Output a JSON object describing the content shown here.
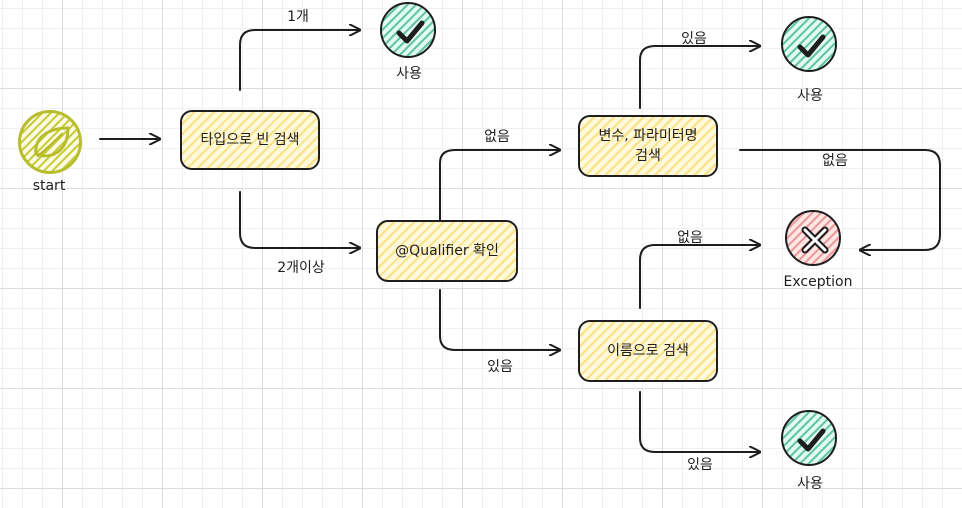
{
  "start": {
    "label": "start",
    "icon": "leaf-icon",
    "color": "#b7bd2d"
  },
  "nodes": {
    "type_search": "타입으로 빈 검색",
    "qualifier_check": "@Qualifier 확인",
    "param_search": "변수, 파라미터명\n검색",
    "name_search": "이름으로 검색"
  },
  "outcomes": {
    "use_1": "사용",
    "use_2": "사용",
    "use_3": "사용",
    "exception": "Exception"
  },
  "edges": {
    "one": "1개",
    "two_or_more": "2개이상",
    "qualifier_none": "없음",
    "qualifier_exists": "있음",
    "param_exists": "있음",
    "param_none": "없음",
    "name_none": "없음",
    "name_exists": "있음"
  },
  "colors": {
    "process_fill": "#fff9db",
    "process_hatch": "#facd3c",
    "success_fill": "#63c7a3",
    "error_fill": "#ef9a9a",
    "stroke": "#1e1e1e"
  }
}
